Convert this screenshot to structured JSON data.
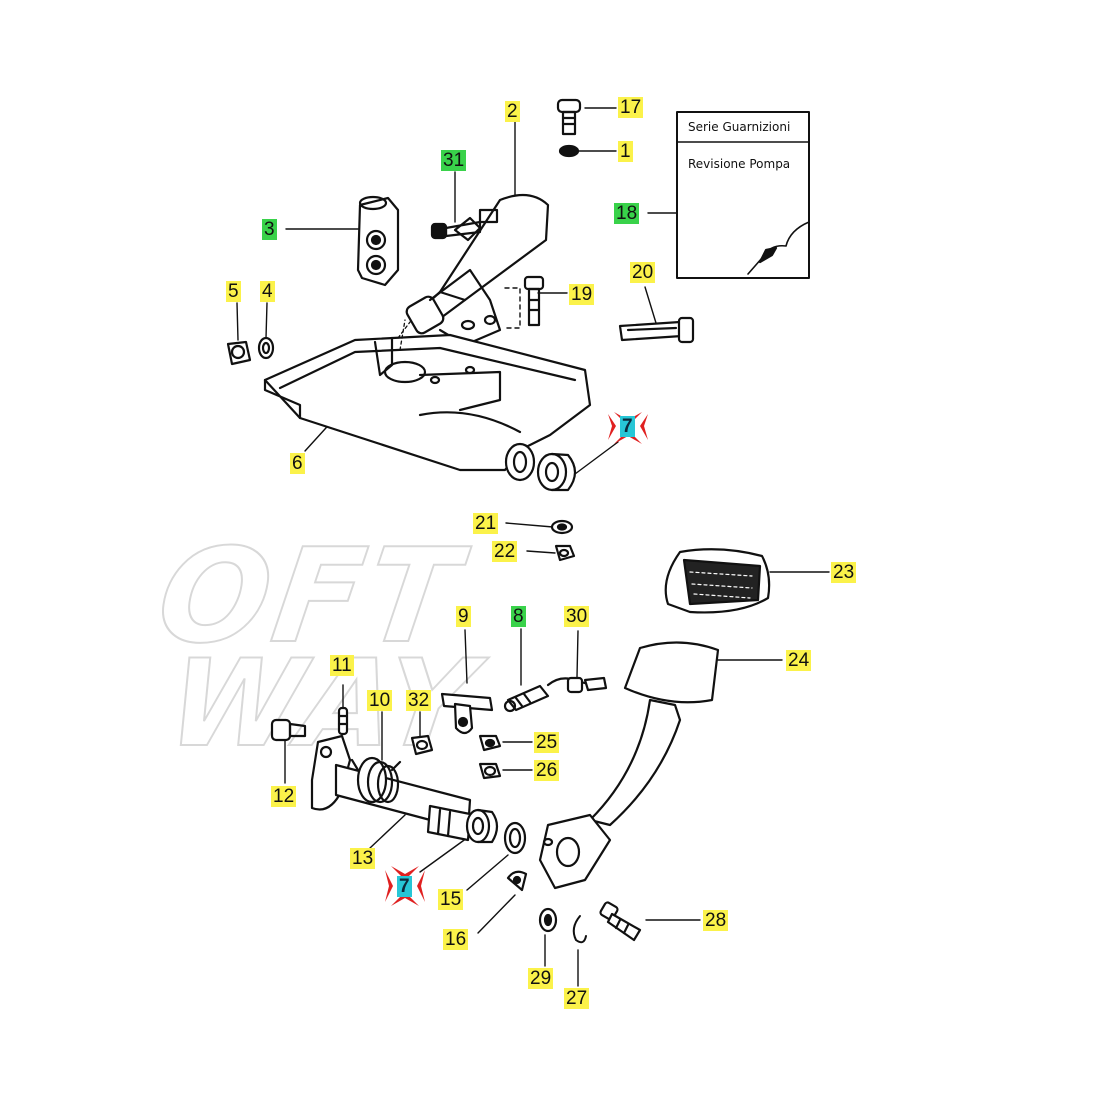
{
  "kit_box": {
    "title": "Serie Guarnizioni",
    "subtitle": "Revisione Pompa"
  },
  "watermark": {
    "line1": "OFT",
    "line2": "WAY"
  },
  "callouts": [
    {
      "id": "c17",
      "label": "17",
      "color": "#fbf24a"
    },
    {
      "id": "c2",
      "label": "2",
      "color": "#fbf24a"
    },
    {
      "id": "c1",
      "label": "1",
      "color": "#fbf24a"
    },
    {
      "id": "c31",
      "label": "31",
      "color": "#39d24a"
    },
    {
      "id": "c18",
      "label": "18",
      "color": "#39d24a"
    },
    {
      "id": "c3",
      "label": "3",
      "color": "#39d24a"
    },
    {
      "id": "c20",
      "label": "20",
      "color": "#fbf24a"
    },
    {
      "id": "c5",
      "label": "5",
      "color": "#fbf24a"
    },
    {
      "id": "c4",
      "label": "4",
      "color": "#fbf24a"
    },
    {
      "id": "c19",
      "label": "19",
      "color": "#fbf24a"
    },
    {
      "id": "c7a",
      "label": "7",
      "color": "#27c6d6"
    },
    {
      "id": "c6",
      "label": "6",
      "color": "#fbf24a"
    },
    {
      "id": "c21",
      "label": "21",
      "color": "#fbf24a"
    },
    {
      "id": "c22",
      "label": "22",
      "color": "#fbf24a"
    },
    {
      "id": "c23",
      "label": "23",
      "color": "#fbf24a"
    },
    {
      "id": "c9",
      "label": "9",
      "color": "#fbf24a"
    },
    {
      "id": "c8",
      "label": "8",
      "color": "#39d24a"
    },
    {
      "id": "c30",
      "label": "30",
      "color": "#fbf24a"
    },
    {
      "id": "c24",
      "label": "24",
      "color": "#fbf24a"
    },
    {
      "id": "c11",
      "label": "11",
      "color": "#fbf24a"
    },
    {
      "id": "c10",
      "label": "10",
      "color": "#fbf24a"
    },
    {
      "id": "c32",
      "label": "32",
      "color": "#fbf24a"
    },
    {
      "id": "c25",
      "label": "25",
      "color": "#fbf24a"
    },
    {
      "id": "c26",
      "label": "26",
      "color": "#fbf24a"
    },
    {
      "id": "c12",
      "label": "12",
      "color": "#fbf24a"
    },
    {
      "id": "c13",
      "label": "13",
      "color": "#fbf24a"
    },
    {
      "id": "c7b",
      "label": "7",
      "color": "#27c6d6"
    },
    {
      "id": "c15",
      "label": "15",
      "color": "#fbf24a"
    },
    {
      "id": "c16",
      "label": "16",
      "color": "#fbf24a"
    },
    {
      "id": "c28",
      "label": "28",
      "color": "#fbf24a"
    },
    {
      "id": "c29",
      "label": "29",
      "color": "#fbf24a"
    },
    {
      "id": "c27",
      "label": "27",
      "color": "#fbf24a"
    }
  ]
}
